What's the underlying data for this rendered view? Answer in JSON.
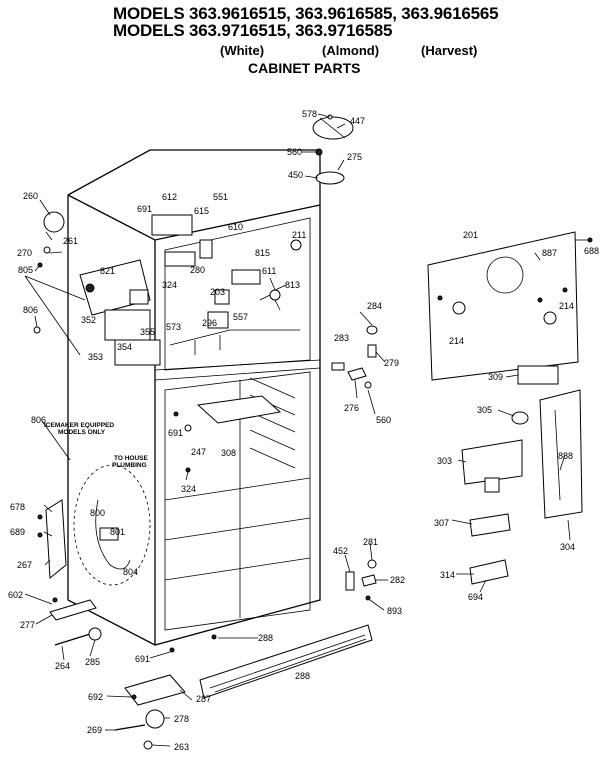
{
  "header": {
    "line1": "MODELS 363.9616515, 363.9616585, 363.9616565",
    "line2": "MODELS 363.9716515, 363.9716585",
    "colors": [
      "(White)",
      "(Almond)",
      "(Harvest)"
    ],
    "subtitle": "CABINET PARTS"
  },
  "notes": {
    "icemaker": [
      "ICEMAKER EQUIPPED",
      "MODELS ONLY"
    ],
    "plumbing": [
      "TO HOUSE",
      "PLUMBING"
    ]
  },
  "part_labels": [
    "578",
    "447",
    "560",
    "275",
    "450",
    "260",
    "612",
    "551",
    "691",
    "615",
    "610",
    "211",
    "201",
    "270",
    "261",
    "821",
    "280",
    "815",
    "611",
    "887",
    "688",
    "805",
    "324",
    "203",
    "813",
    "284",
    "214",
    "214",
    "806",
    "352",
    "573",
    "355",
    "296",
    "557",
    "283",
    "353",
    "354",
    "279",
    "309",
    "276",
    "560",
    "806",
    "691",
    "247",
    "308",
    "305",
    "303",
    "888",
    "324",
    "678",
    "800",
    "801",
    "689",
    "804",
    "267",
    "307",
    "304",
    "281",
    "452",
    "282",
    "314",
    "694",
    "602",
    "893",
    "277",
    "288",
    "264",
    "285",
    "288",
    "691",
    "692",
    "287",
    "269",
    "278",
    "263"
  ]
}
